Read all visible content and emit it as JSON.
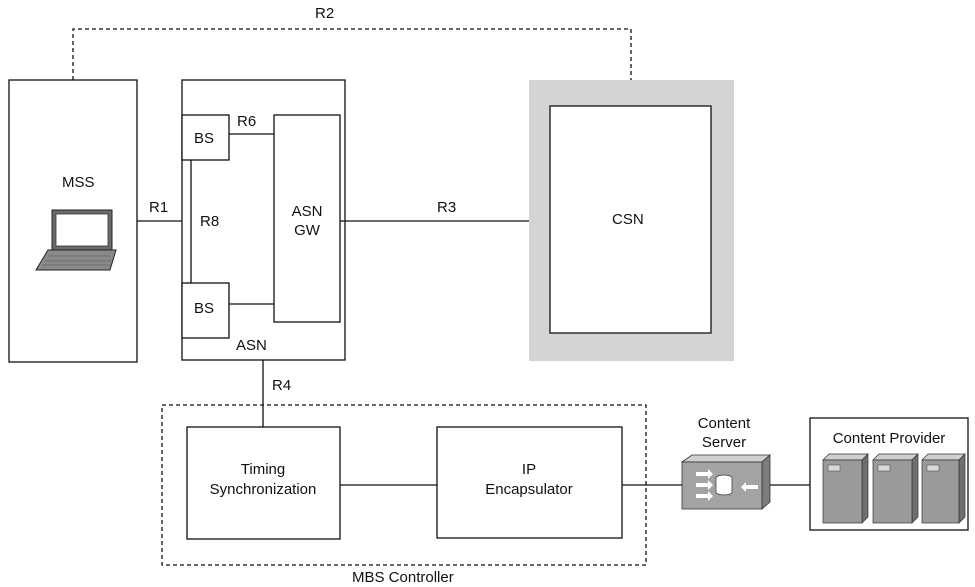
{
  "labels": {
    "r1": "R1",
    "r2": "R2",
    "r3": "R3",
    "r4": "R4",
    "r6": "R6",
    "r8": "R8",
    "mss": "MSS",
    "bs_top": "BS",
    "bs_bottom": "BS",
    "asn_gw_line1": "ASN",
    "asn_gw_line2": "GW",
    "asn": "ASN",
    "csn": "CSN",
    "timing_line1": "Timing",
    "timing_line2": "Synchronization",
    "ip_line1": "IP",
    "ip_line2": "Encapsulator",
    "mbs_controller": "MBS Controller",
    "content_server_line1": "Content",
    "content_server_line2": "Server",
    "content_provider": "Content Provider"
  },
  "colors": {
    "csn_frame": "#d4d4d4",
    "server_body": "#9a9a9a",
    "content_server_body": "#a3a3a3"
  },
  "icons": {
    "mss": "laptop-icon",
    "content_server": "content-server-icon",
    "content_provider": "server-tower-icon"
  }
}
